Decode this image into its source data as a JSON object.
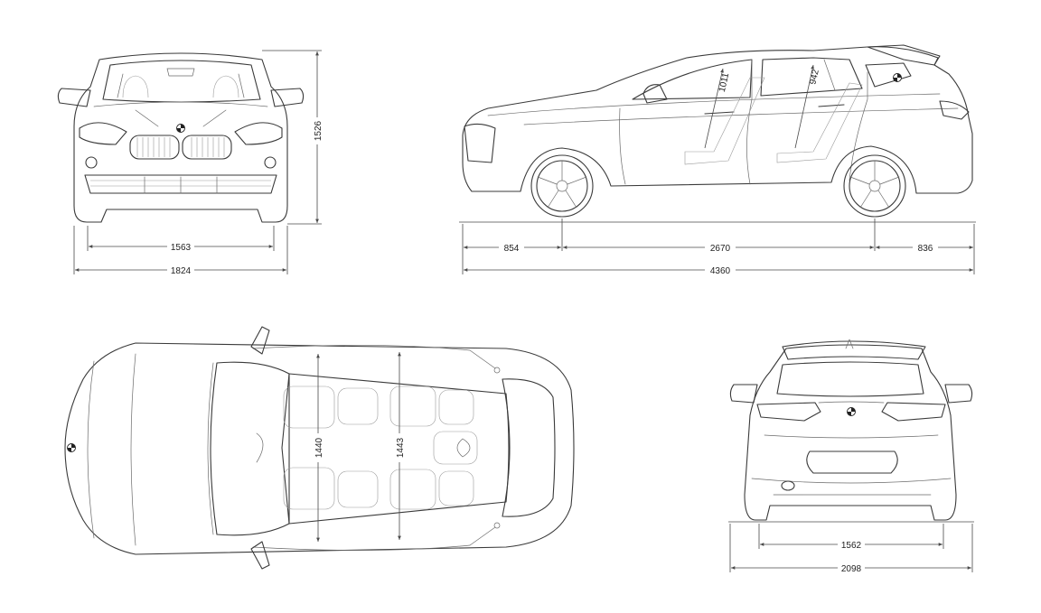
{
  "front_view": {
    "height_label": "1526",
    "track_label": "1563",
    "width_label": "1824"
  },
  "side_view": {
    "front_overhang_label": "854",
    "wheelbase_label": "2670",
    "rear_overhang_label": "836",
    "length_label": "4360",
    "front_headroom_label": "1011",
    "rear_headroom_label": "942"
  },
  "top_view": {
    "front_shoulder_label": "1440",
    "rear_shoulder_label": "1443"
  },
  "rear_view": {
    "track_label": "1562",
    "width_mirrors_label": "2098"
  },
  "icons": [
    "bmw-roundel-icon"
  ]
}
